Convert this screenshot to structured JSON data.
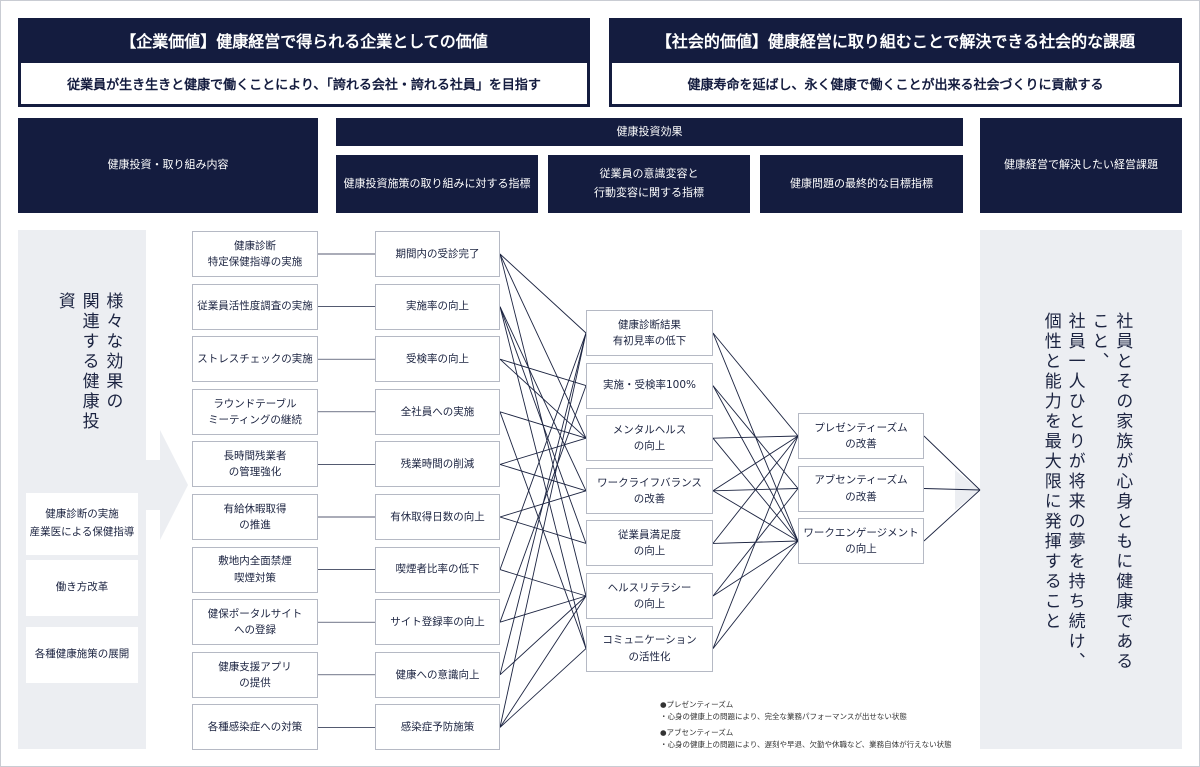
{
  "panels": {
    "corporate": {
      "title": "【企業価値】健康経営で得られる企業としての価値",
      "subtitle": "従業員が生き生きと健康で働くことにより、「誇れる会社・誇れる社員」を目指す"
    },
    "social": {
      "title": "【社会的価値】健康経営に取り組むことで解決できる社会的な課題",
      "subtitle": "健康寿命を延ばし、永く健康で働くことが出来る社会づくりに貢献する"
    }
  },
  "headers": {
    "investment": "健康投資・取り組み内容",
    "effect": "健康投資効果",
    "effect_a": "健康投資施策の取り組みに対する指標",
    "effect_b": "従業員の意識変容と\n行動変容に関する指標",
    "effect_c": "健康問題の最終的な目標指標",
    "issue": "健康経営で解決したい経営課題"
  },
  "left": {
    "vertical_title": "様々な効果の\n関連する健康投資",
    "items": [
      "健康診断の実施\n産業医による保健指導",
      "働き方改革",
      "各種健康施策の展開"
    ]
  },
  "initiatives": [
    "健康診断\n特定保健指導の実施",
    "従業員活性度調査の実施",
    "ストレスチェックの実施",
    "ラウンドテーブル\nミーティングの継続",
    "長時間残業者\nの管理強化",
    "有給休暇取得\nの推進",
    "敷地内全面禁煙\n喫煙対策",
    "健保ポータルサイト\nへの登録",
    "健康支援アプリ\nの提供",
    "各種感染症への対策"
  ],
  "indicators": [
    "期間内の受診完了",
    "実施率の向上",
    "受検率の向上",
    "全社員への実施",
    "残業時間の削減",
    "有休取得日数の向上",
    "喫煙者比率の低下",
    "サイト登録率の向上",
    "健康への意識向上",
    "感染症予防施策"
  ],
  "behaviors": [
    "健康診断結果\n有初見率の低下",
    "実施・受検率100%",
    "メンタルヘルス\nの向上",
    "ワークライフバランス\nの改善",
    "従業員満足度\nの向上",
    "ヘルスリテラシー\nの向上",
    "コミュニケーション\nの活性化"
  ],
  "goals": [
    "プレゼンティーズム\nの改善",
    "アブセンティーズム\nの改善",
    "ワークエンゲージメント\nの向上"
  ],
  "issue_text": "社員とその家族が心身ともに健康であること、\n社員一人ひとりが将来の夢を持ち続け、\n個性と能力を最大限に発揮すること",
  "notes": {
    "presenteeism_title": "●プレゼンティーズム",
    "presenteeism_body": "・心身の健康上の問題により、完全な業務パフォーマンスが出せない状態",
    "absenteeism_title": "●アブセンティーズム",
    "absenteeism_body": "・心身の健康上の問題により、遅刻や早退、欠勤や休職など、業務自体が行えない状態"
  },
  "colors": {
    "navy": "#141c3f",
    "grey": "#eceef2",
    "line": "#1b2340"
  }
}
